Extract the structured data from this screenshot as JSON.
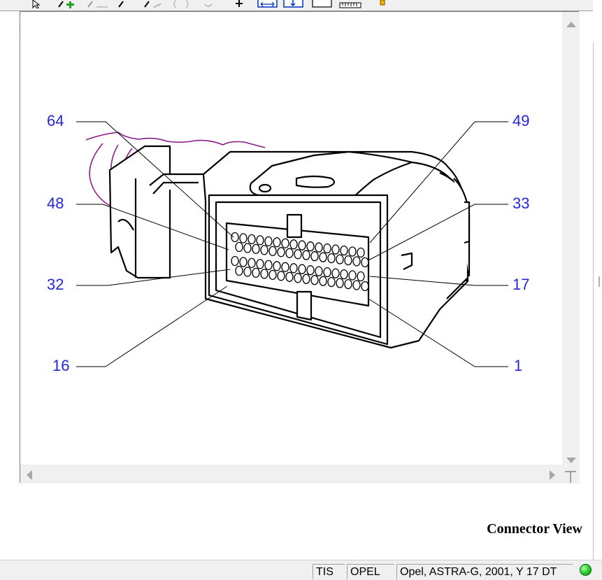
{
  "toolbar": {
    "buttons": [
      {
        "name": "select-arrow-icon"
      },
      {
        "name": "add-point-icon"
      },
      {
        "name": "line-tool-icon"
      },
      {
        "name": "pointer-icon"
      },
      {
        "name": "step-icon"
      },
      {
        "name": "curve-icon"
      },
      {
        "name": "rotate-icon"
      },
      {
        "name": "plus-icon"
      },
      {
        "name": "fit-width-icon"
      },
      {
        "name": "fit-height-icon"
      },
      {
        "name": "blank-page-icon"
      },
      {
        "name": "ruler-icon"
      },
      {
        "name": "lock-icon"
      }
    ]
  },
  "diagram": {
    "title": "Connector View",
    "pin_labels": [
      "64",
      "48",
      "32",
      "16",
      "49",
      "33",
      "17",
      "1"
    ],
    "label_color": "#2626d9",
    "line_color": "#000000",
    "wire_color": "#8b1a8b"
  },
  "status": {
    "app": "TIS",
    "brand": "OPEL",
    "vehicle": "Opel, ASTRA-G, 2001, Y 17 DT",
    "led_color": "#2fd12f"
  }
}
